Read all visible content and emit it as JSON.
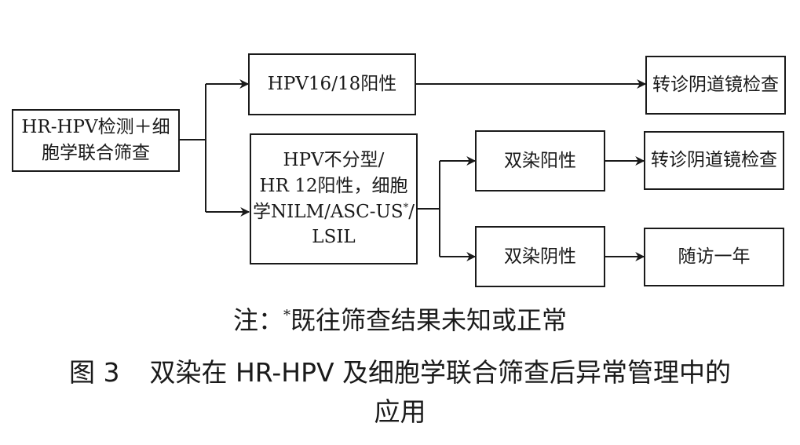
{
  "nodes": {
    "start": {
      "lines": [
        "HR-HPV检测＋细",
        "胞学联合筛查"
      ]
    },
    "hpv1618": {
      "lines": [
        "HPV16/18阳性"
      ]
    },
    "other": {
      "lines": [
        "HPV不分型/",
        "HR 12阳性，细胞",
        "学NILM/ASC-US",
        "LSIL"
      ],
      "sup": "*",
      "sup_tail": "/"
    },
    "dual_pos": {
      "lines": [
        "双染阳性"
      ]
    },
    "dual_neg": {
      "lines": [
        "双染阴性"
      ]
    },
    "refer_top": {
      "lines": [
        "转诊阴道镜检查"
      ]
    },
    "refer_mid": {
      "lines": [
        "转诊阴道镜检查"
      ]
    },
    "follow_up": {
      "lines": [
        "随访一年"
      ]
    }
  },
  "note": {
    "prefix": "注：",
    "marker": "*",
    "text": "既往筛查结果未知或正常"
  },
  "caption": {
    "number": "图 3",
    "line1": "双染在 HR-HPV 及细胞学联合筛查后异常管理中的",
    "line2": "应用"
  }
}
